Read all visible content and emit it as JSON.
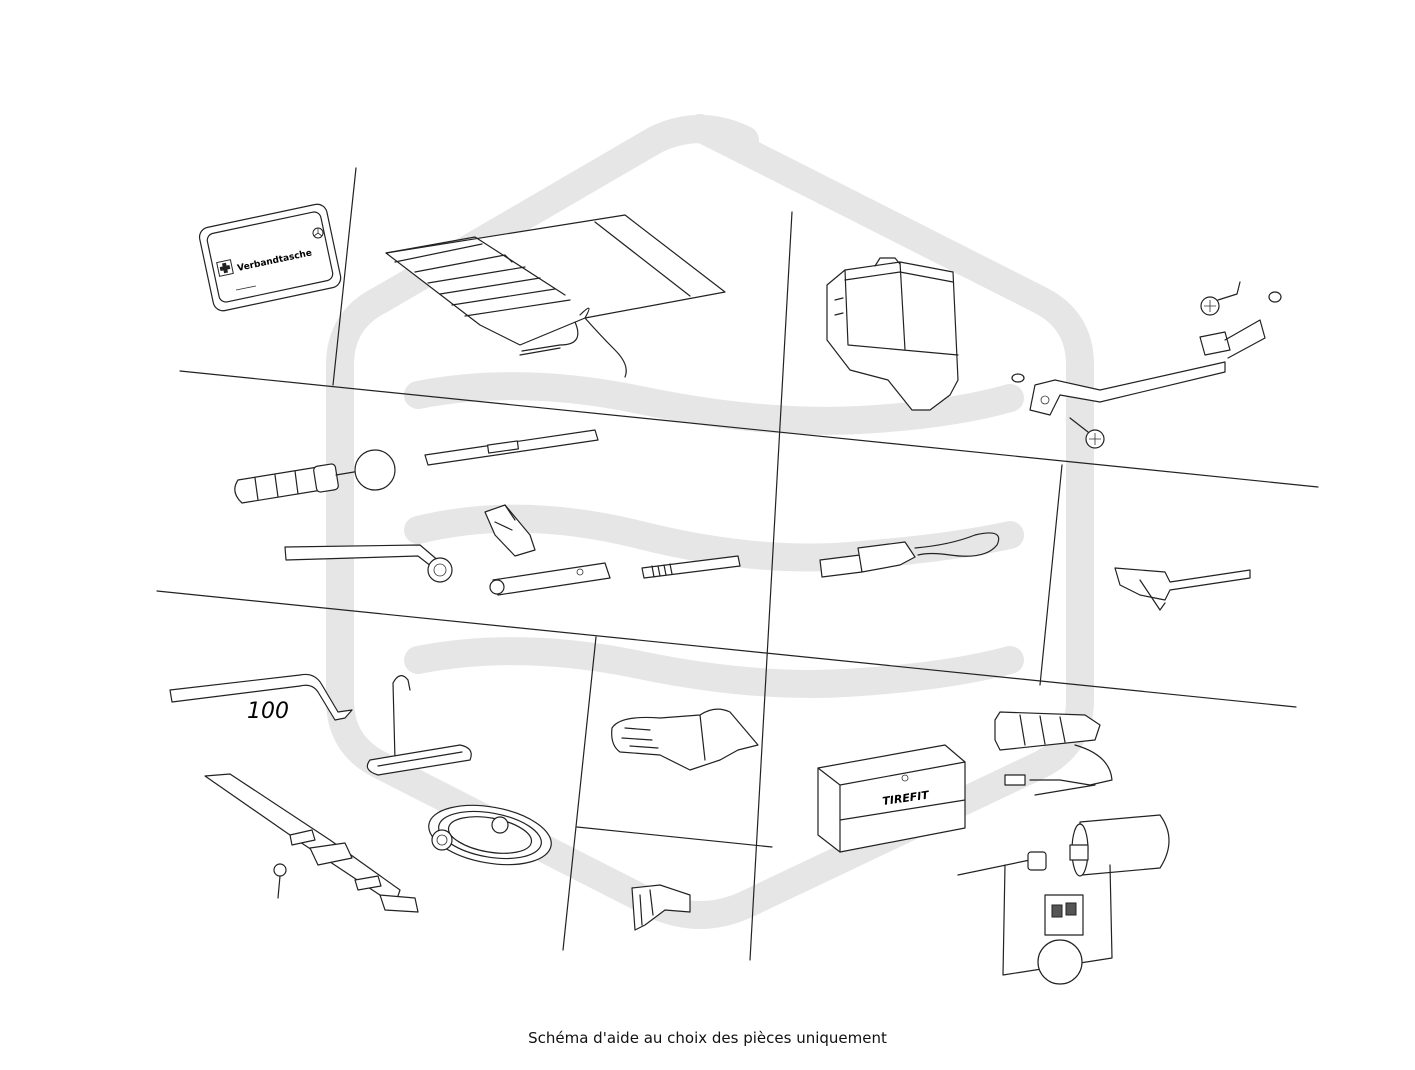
{
  "caption": "Schéma d'aide au choix des pièces uniquement",
  "labels": {
    "first_aid_kit_text": "Verbandtasche",
    "part_number_100": "100",
    "kit_brand": "TIREFIT"
  },
  "colors": {
    "line": "#222222",
    "watermark": "#e6e6e6",
    "background": "#ffffff"
  },
  "icons": [
    "mercedes-star-icon",
    "first-aid-cross-icon",
    "watermark-logo"
  ]
}
